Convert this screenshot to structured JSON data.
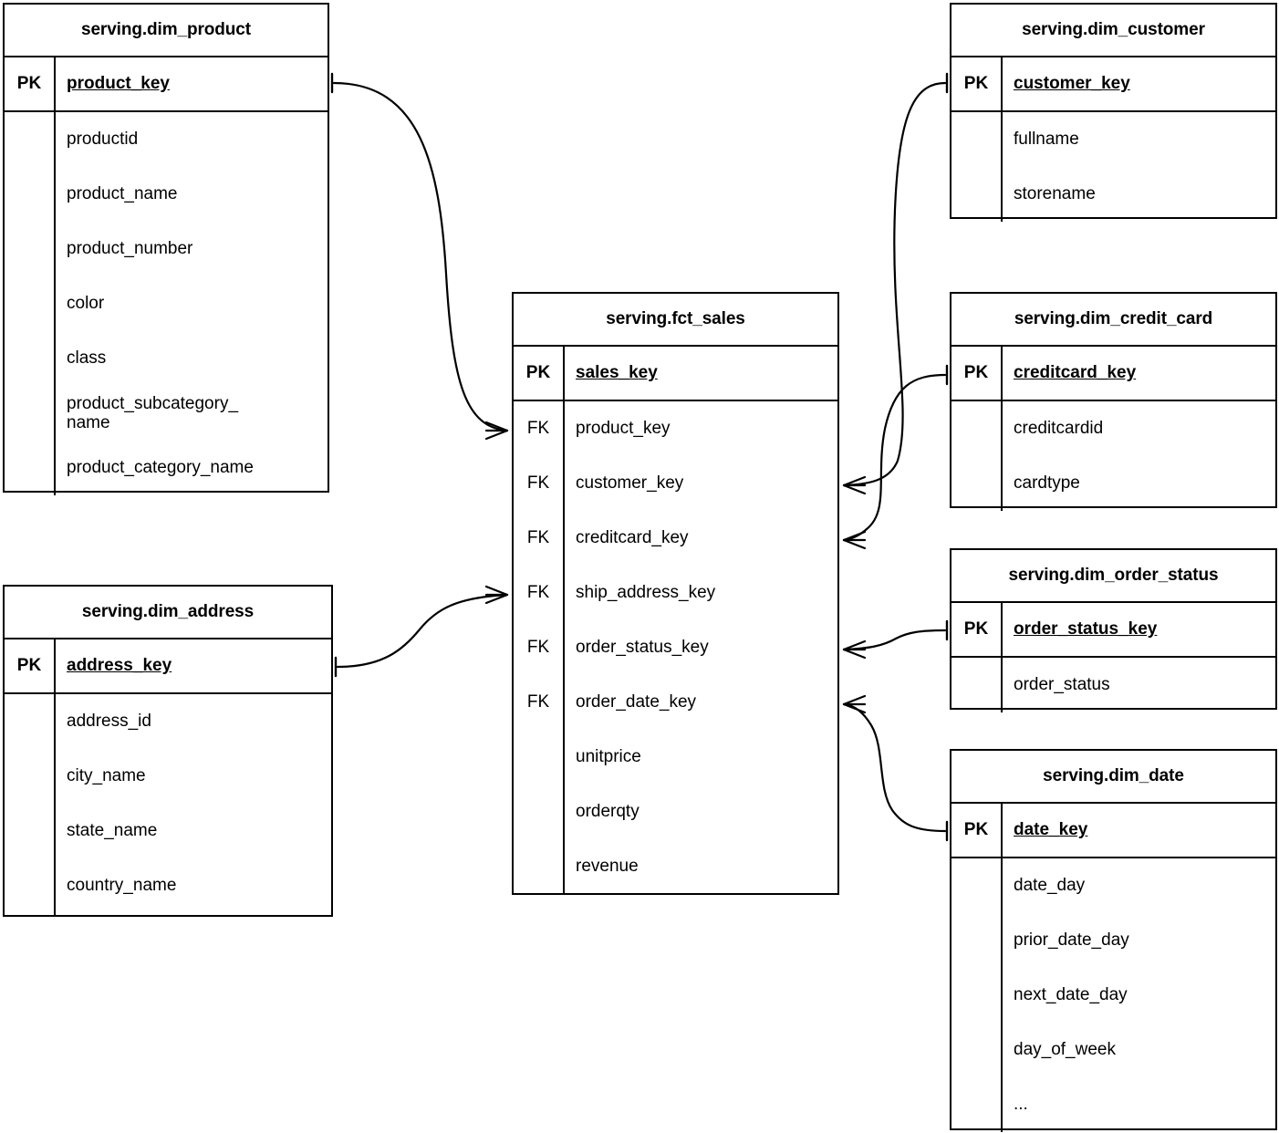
{
  "diagram": {
    "type": "entity-relationship-diagram",
    "notation": "crow's foot",
    "background_color": "#ffffff",
    "line_color": "#000000"
  },
  "entities": [
    {
      "id": "dim_product",
      "title": "serving.dim_product",
      "pk_label": "PK",
      "pk_field": "product_key",
      "attributes": [
        "productid",
        "product_name",
        "product_number",
        "color",
        "class",
        "product_subcategory_\nname",
        "product_category_name"
      ]
    },
    {
      "id": "dim_address",
      "title": "serving.dim_address",
      "pk_label": "PK",
      "pk_field": "address_key",
      "attributes": [
        "address_id",
        "city_name",
        "state_name",
        "country_name"
      ]
    },
    {
      "id": "fct_sales",
      "title": "serving.fct_sales",
      "pk_label": "PK",
      "pk_field": "sales_key",
      "fk_label": "FK",
      "foreign_keys": [
        "product_key",
        "customer_key",
        "creditcard_key",
        "ship_address_key",
        "order_status_key",
        "order_date_key"
      ],
      "measures": [
        "unitprice",
        "orderqty",
        "revenue"
      ]
    },
    {
      "id": "dim_customer",
      "title": "serving.dim_customer",
      "pk_label": "PK",
      "pk_field": "customer_key",
      "attributes": [
        "fullname",
        "storename"
      ]
    },
    {
      "id": "dim_credit_card",
      "title": "serving.dim_credit_card",
      "pk_label": "PK",
      "pk_field": "creditcard_key",
      "attributes": [
        "creditcardid",
        "cardtype"
      ]
    },
    {
      "id": "dim_order_status",
      "title": "serving.dim_order_status",
      "pk_label": "PK",
      "pk_field": "order_status_key",
      "attributes": [
        "order_status"
      ]
    },
    {
      "id": "dim_date",
      "title": "serving.dim_date",
      "pk_label": "PK",
      "pk_field": "date_key",
      "attributes": [
        "date_day",
        "prior_date_day",
        "next_date_day",
        "day_of_week",
        "..."
      ]
    }
  ],
  "relationships": [
    {
      "from": "dim_product.product_key",
      "to": "fct_sales.product_key",
      "from_cardinality": "one",
      "to_cardinality": "many"
    },
    {
      "from": "dim_customer.customer_key",
      "to": "fct_sales.customer_key",
      "from_cardinality": "one",
      "to_cardinality": "many"
    },
    {
      "from": "dim_credit_card.creditcard_key",
      "to": "fct_sales.creditcard_key",
      "from_cardinality": "one",
      "to_cardinality": "many"
    },
    {
      "from": "dim_address.address_key",
      "to": "fct_sales.ship_address_key",
      "from_cardinality": "one",
      "to_cardinality": "many"
    },
    {
      "from": "dim_order_status.order_status_key",
      "to": "fct_sales.order_status_key",
      "from_cardinality": "one",
      "to_cardinality": "many"
    },
    {
      "from": "dim_date.date_key",
      "to": "fct_sales.order_date_key",
      "from_cardinality": "one",
      "to_cardinality": "many"
    }
  ]
}
